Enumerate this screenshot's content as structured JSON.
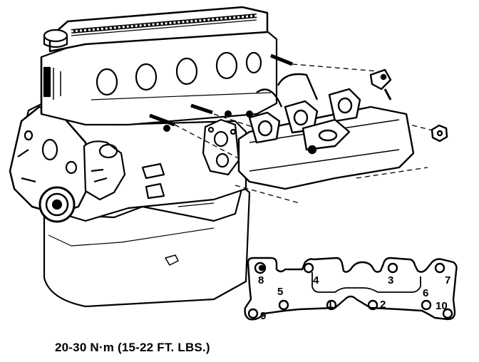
{
  "caption": "20-30 N·m (15-22 FT. LBS.)",
  "torque_sequence": [
    "1",
    "2",
    "3",
    "4",
    "5",
    "6",
    "7",
    "8",
    "9",
    "10"
  ]
}
